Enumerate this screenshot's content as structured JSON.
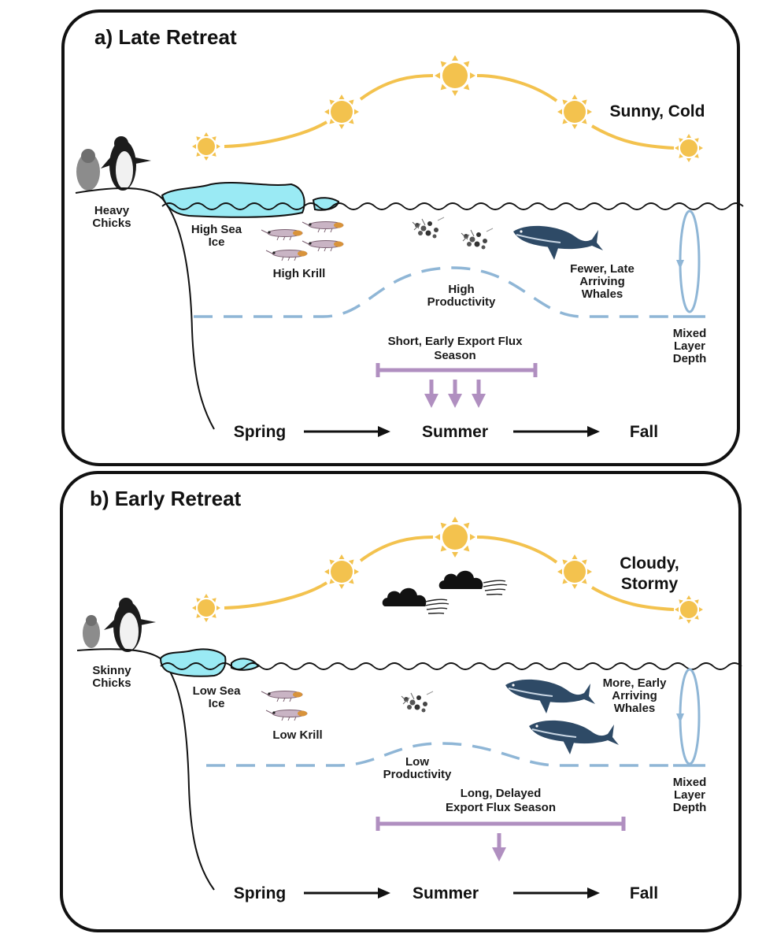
{
  "panels": [
    {
      "title": "a)  Late Retreat",
      "weather": [
        "Sunny, Cold"
      ],
      "chicks": [
        "Heavy",
        "Chicks"
      ],
      "ice": [
        "High Sea",
        "Ice"
      ],
      "krill": "High Krill",
      "productivity": [
        "High",
        "Productivity"
      ],
      "whales": [
        "Fewer, Late",
        "Arriving",
        "Whales"
      ],
      "flux": [
        "Short, Early Export Flux",
        "Season"
      ],
      "mld": [
        "Mixed",
        "Layer",
        "Depth"
      ],
      "seasons": [
        "Spring",
        "Summer",
        "Fall"
      ]
    },
    {
      "title": "b) Early Retreat",
      "weather": [
        "Cloudy,",
        "Stormy"
      ],
      "chicks": [
        "Skinny",
        "Chicks"
      ],
      "ice": [
        "Low Sea",
        "Ice"
      ],
      "krill": "Low Krill",
      "productivity": [
        "Low",
        "Productivity"
      ],
      "whales": [
        "More, Early",
        "Arriving",
        "Whales"
      ],
      "flux": [
        "Long, Delayed",
        "Export Flux Season"
      ],
      "mld": [
        "Mixed",
        "Layer",
        "Depth"
      ],
      "seasons": [
        "Spring",
        "Summer",
        "Fall"
      ]
    }
  ],
  "colors": {
    "sun": "#f3c24e",
    "ice": "#9aeaf4",
    "mixed_layer": "#8fb6d6",
    "export_flux": "#b08fc0",
    "whale": "#2e4a66"
  }
}
